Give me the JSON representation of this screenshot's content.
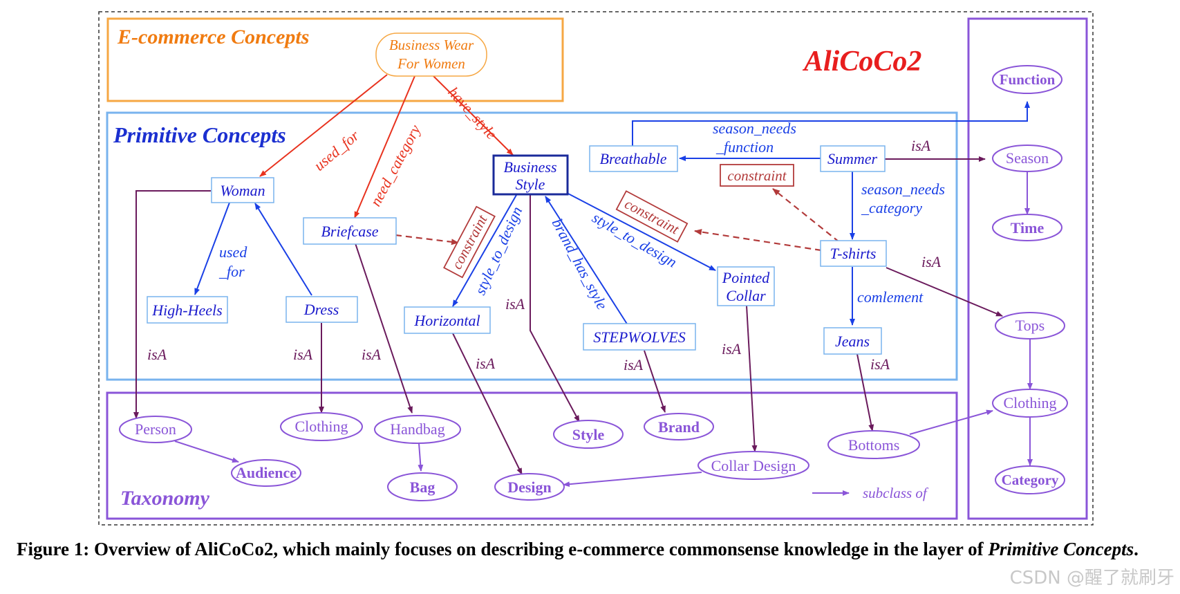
{
  "colors": {
    "ecommerce": "#f6a743",
    "ecommerce_text": "#f07b10",
    "primitive": "#78b3ee",
    "primitive_text": "#1b2fd0",
    "taxonomy": "#8a55d8",
    "taxonomy_text": "#8a55d8",
    "concept_text": "#1a1acc",
    "red_edge": "#e8321e",
    "blue_edge": "#1a40e6",
    "purple_edge": "#6a1a5c",
    "constraint": "#b23a3a",
    "title_red": "#e81e1e"
  },
  "title": "AliCoCo2",
  "layers": {
    "ecommerce": "E-commerce Concepts",
    "primitive": "Primitive Concepts",
    "taxonomy": "Taxonomy"
  },
  "ecommerce_nodes": {
    "business_wear": [
      "Business Wear",
      "For Women"
    ]
  },
  "primitive_nodes": {
    "woman": "Woman",
    "briefcase": "Briefcase",
    "business_style": [
      "Business",
      "Style"
    ],
    "breathable": "Breathable",
    "summer": "Summer",
    "high_heels": "High-Heels",
    "dress": "Dress",
    "horizontal": "Horizontal",
    "stepwolves": "STEPWOLVES",
    "pointed_collar": [
      "Pointed",
      "Collar"
    ],
    "tshirts": "T-shirts",
    "jeans": "Jeans"
  },
  "constraints": {
    "c1": "constraint",
    "c2": "constraint",
    "c3": "constraint"
  },
  "taxonomy_nodes": {
    "person": "Person",
    "audience": "Audience",
    "clothing1": "Clothing",
    "handbag": "Handbag",
    "bag": "Bag",
    "design": "Design",
    "style": "Style",
    "brand": "Brand",
    "collar_design": "Collar Design",
    "bottoms": "Bottoms",
    "function": "Function",
    "season": "Season",
    "time": "Time",
    "tops": "Tops",
    "clothing2": "Clothing",
    "category": "Category"
  },
  "edge_labels": {
    "used_for": "used_for",
    "need_category": "need_category",
    "have_style": "have_style",
    "season_needs_function": [
      "season_needs",
      "_function"
    ],
    "season_needs_category": [
      "season_needs",
      "_category"
    ],
    "used_for2": [
      "used",
      "_for"
    ],
    "style_to_design1": "style_to_design",
    "brand_has_style": "brand_has_style",
    "style_to_design2": "style_to_design",
    "comlement": "comlement",
    "isa_summer": "isA",
    "isa_tshirts": "isA",
    "isa_woman": "isA",
    "isa_dress": "isA",
    "isa_briefcase": "isA",
    "isa_horizontal": "isA",
    "isa_business": "isA",
    "isa_stepwolves": "isA",
    "isa_pointed": "isA",
    "isa_jeans": "isA"
  },
  "legend": {
    "subclass_of": "subclass of"
  },
  "caption": {
    "prefix": "Figure 1: Overview of AliCoCo2, which mainly focuses on describing e-commerce commonsense knowledge in the layer of",
    "emphasis": "Primitive Concepts",
    "suffix": "."
  },
  "watermark": "CSDN @醒了就刷牙"
}
